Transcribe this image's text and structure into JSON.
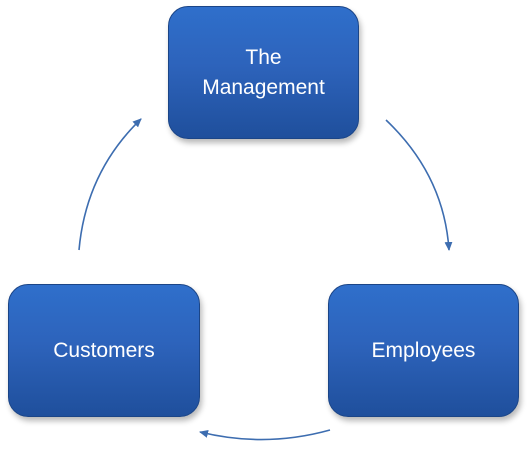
{
  "diagram": {
    "nodes": {
      "management": {
        "label": "The\nManagement"
      },
      "employees": {
        "label": "Employees"
      },
      "customers": {
        "label": "Customers"
      }
    },
    "edges": [
      {
        "from": "management",
        "to": "employees"
      },
      {
        "from": "employees",
        "to": "customers"
      },
      {
        "from": "customers",
        "to": "management"
      }
    ],
    "colors": {
      "node_fill_top": "#2f6fcb",
      "node_fill_bottom": "#1f4f9c",
      "node_text": "#ffffff",
      "arrow": "#3d6db0"
    }
  }
}
